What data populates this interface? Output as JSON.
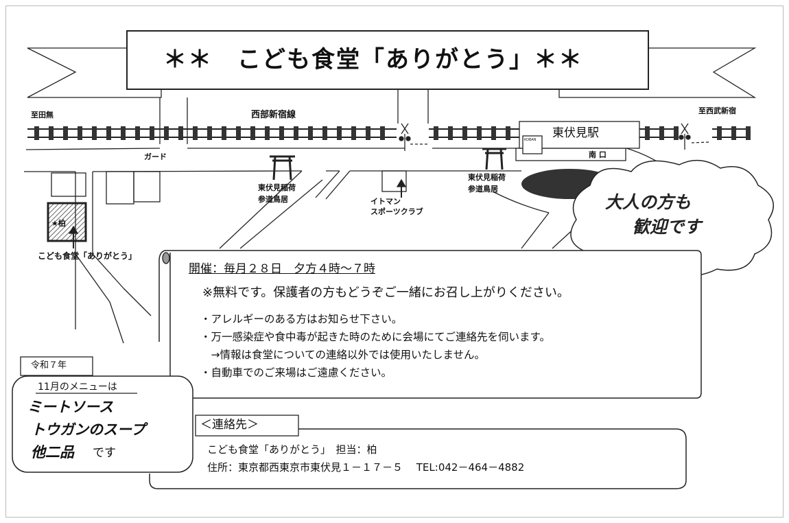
{
  "banner": {
    "title": "＊＊　こども食堂「ありがとう」＊＊"
  },
  "map": {
    "to_left": "至田無",
    "line_name": "西部新宿線",
    "to_right": "至西武新宿",
    "guard": "ガード",
    "station": "東伏見駅",
    "south_exit": "南 口",
    "koban": "KOBAN",
    "torii_1": [
      "東伏見稲荷",
      "参道鳥居"
    ],
    "torii_2": [
      "東伏見稲荷",
      "参道鳥居"
    ],
    "gym": [
      "イトマン",
      "スポーツクラブ"
    ],
    "house_label": "★柏",
    "venue_label": "こども食堂「ありがとう」"
  },
  "cloud": {
    "lines": [
      "大人の方も",
      "歓迎です"
    ]
  },
  "info": {
    "schedule": "開催：毎月２８日　夕方４時～７時",
    "free_note": "※無料です。保護者の方もどうぞご一緒にお召し上がりください。",
    "bullets": [
      "・アレルギーのある方はお知らせ下さい。",
      "・万一感染症や食中毒が起きた時のために会場にてご連絡先を伺います。",
      "　→情報は食堂についての連絡以外では使用いたしません。",
      "・自動車でのご来場はご遠慮ください。"
    ]
  },
  "menu": {
    "era": "令和７年",
    "heading": "11月のメニューは",
    "items": [
      "ミートソース",
      "トウガンのスープ",
      "他二品"
    ],
    "suffix": "です"
  },
  "contact": {
    "label": "＜連絡先＞",
    "name_line": "こども食堂「ありがとう」　担当：柏",
    "address_line": "住所：東京都西東京市東伏見１－１７－５　 TEL:042－464－4882"
  }
}
